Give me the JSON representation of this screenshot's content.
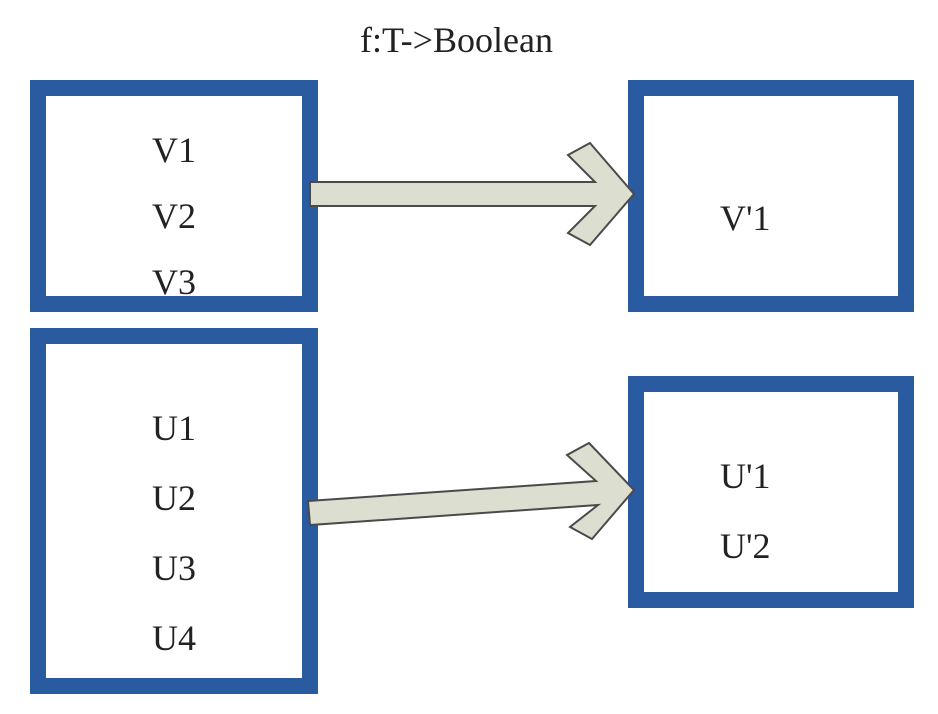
{
  "title": "f:T->Boolean",
  "colors": {
    "box_border": "#2a5aa0",
    "arrow_fill": "#dcded0",
    "arrow_stroke": "#4a4a4a",
    "text": "#222222"
  },
  "boxes": {
    "v_source": {
      "items": [
        "V1",
        "V2",
        "V3"
      ]
    },
    "v_target": {
      "items": [
        "V'1"
      ]
    },
    "u_source": {
      "items": [
        "U1",
        "U2",
        "U3",
        "U4"
      ]
    },
    "u_target": {
      "items": [
        "U'1",
        "U'2"
      ]
    }
  },
  "arrows": [
    {
      "from": "v_source",
      "to": "v_target"
    },
    {
      "from": "u_source",
      "to": "u_target"
    }
  ]
}
